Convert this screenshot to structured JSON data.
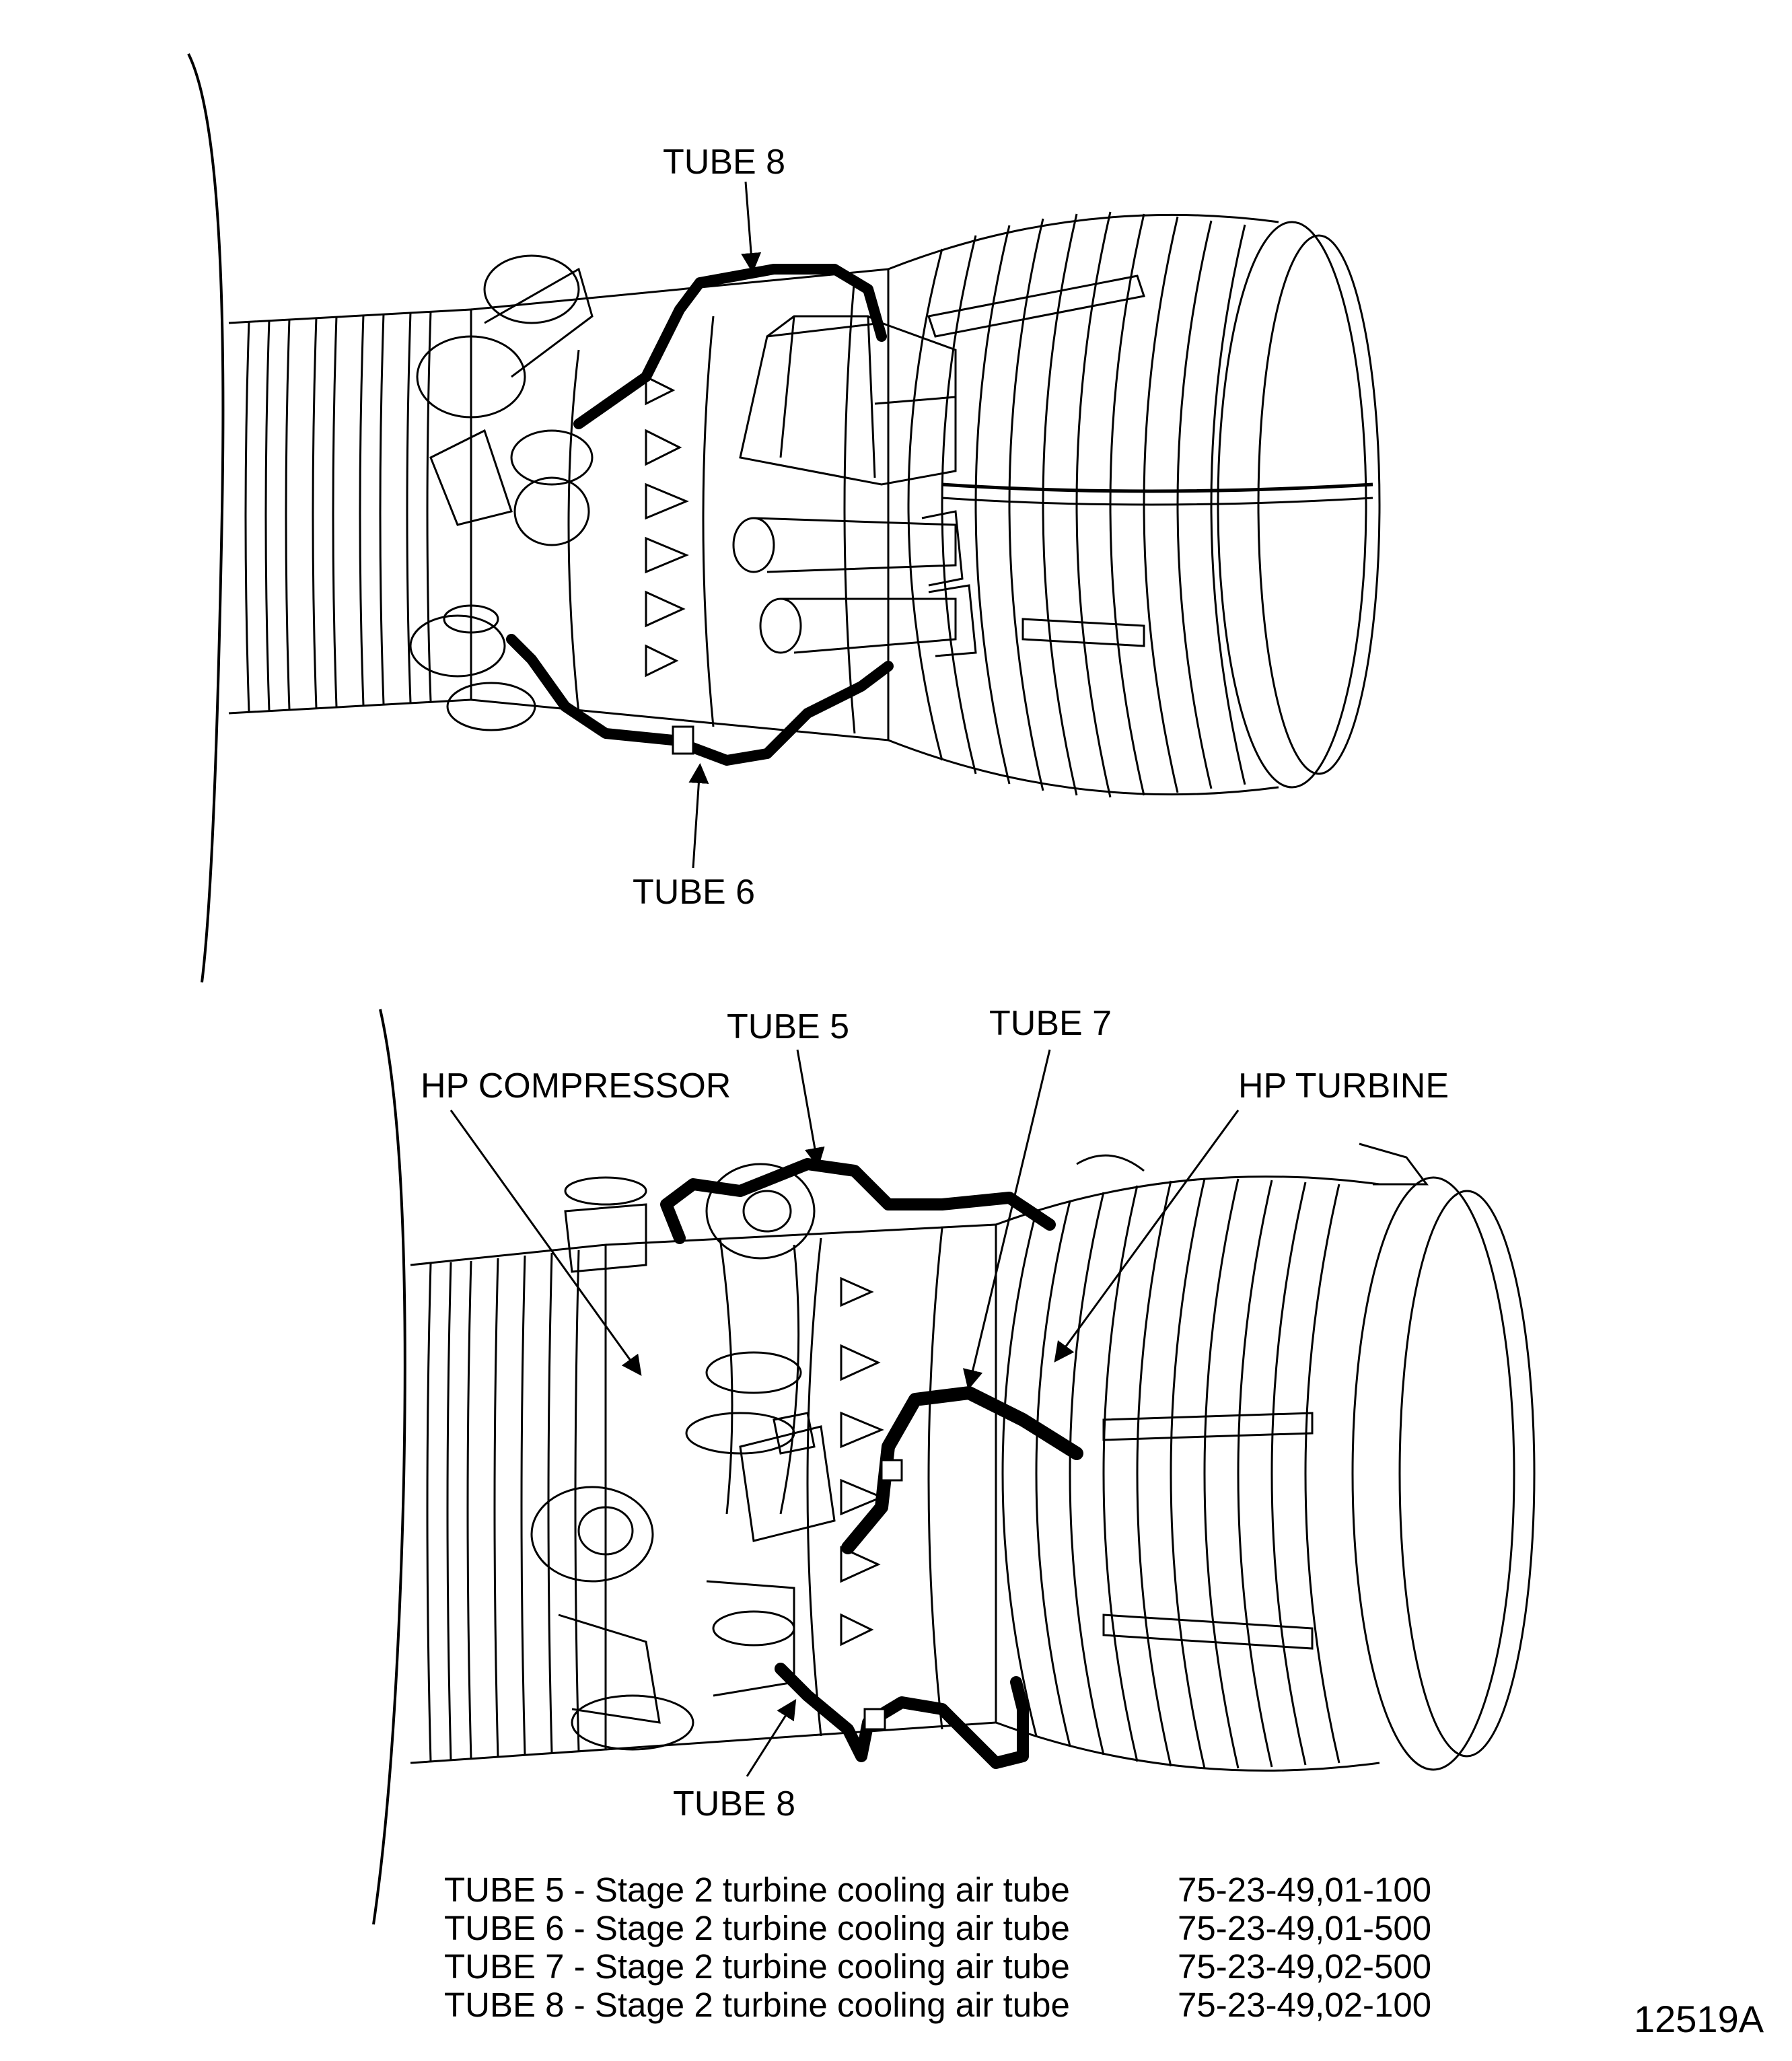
{
  "top_view": {
    "labels": {
      "tube8": "TUBE 8",
      "tube6": "TUBE 6"
    }
  },
  "bottom_view": {
    "labels": {
      "tube5": "TUBE 5",
      "tube7": "TUBE 7",
      "hp_compressor": "HP COMPRESSOR",
      "hp_turbine": "HP TURBINE",
      "tube8": "TUBE 8"
    }
  },
  "legend": [
    {
      "description": "TUBE 5 - Stage 2 turbine cooling air tube",
      "part_number": "75-23-49,01-100"
    },
    {
      "description": "TUBE 6 - Stage 2 turbine cooling air tube",
      "part_number": "75-23-49,01-500"
    },
    {
      "description": "TUBE 7 - Stage 2 turbine cooling air tube",
      "part_number": "75-23-49,02-500"
    },
    {
      "description": "TUBE 8 - Stage 2 turbine cooling air tube",
      "part_number": "75-23-49,02-100"
    }
  ],
  "figure_id": "12519A",
  "colors": {
    "ink": "#000000",
    "paper": "#ffffff"
  }
}
